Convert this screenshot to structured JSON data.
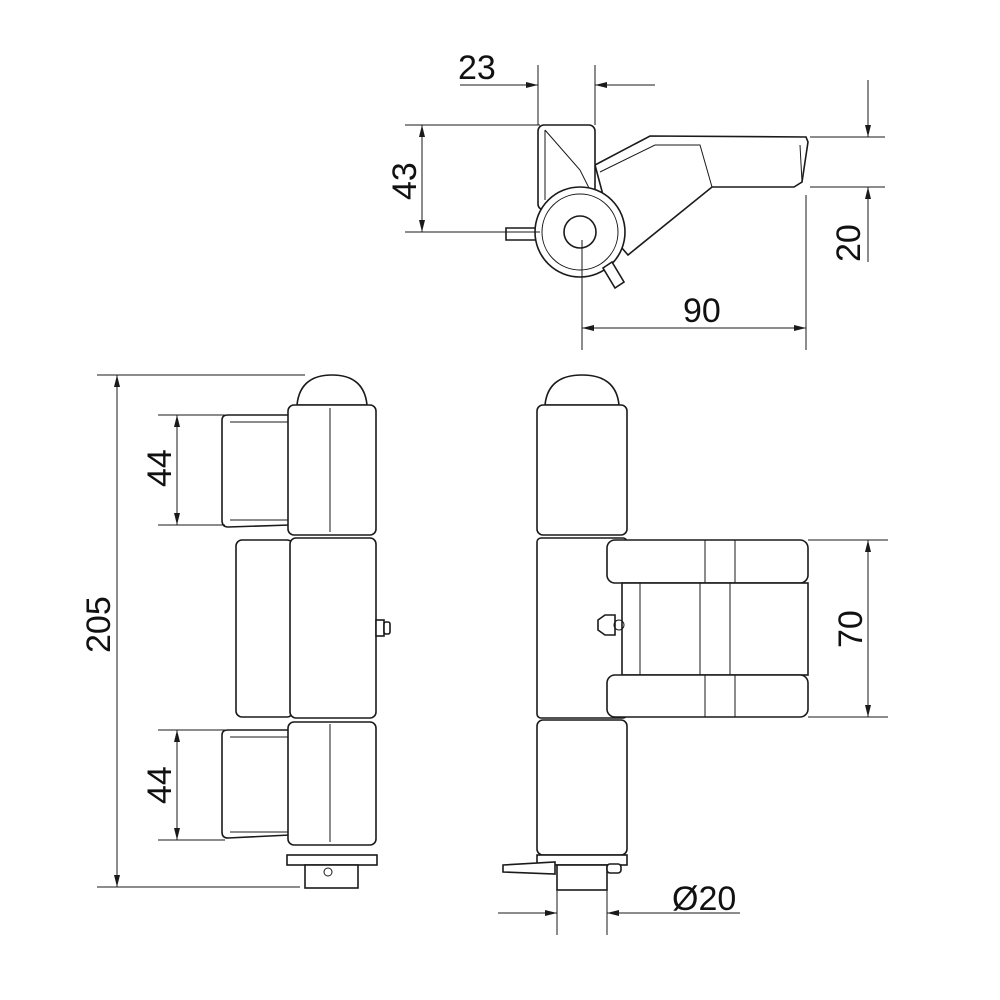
{
  "dimensions": {
    "top_offset": "23",
    "top_depth": "43",
    "arm_width": "20",
    "arm_reach": "90",
    "overall_height": "205",
    "upper_leaf_height": "44",
    "lower_leaf_height": "44",
    "leaf_height": "70",
    "pin_diameter": "Ø20"
  },
  "colors": {
    "line": "#1a1a1a",
    "background": "#ffffff"
  }
}
